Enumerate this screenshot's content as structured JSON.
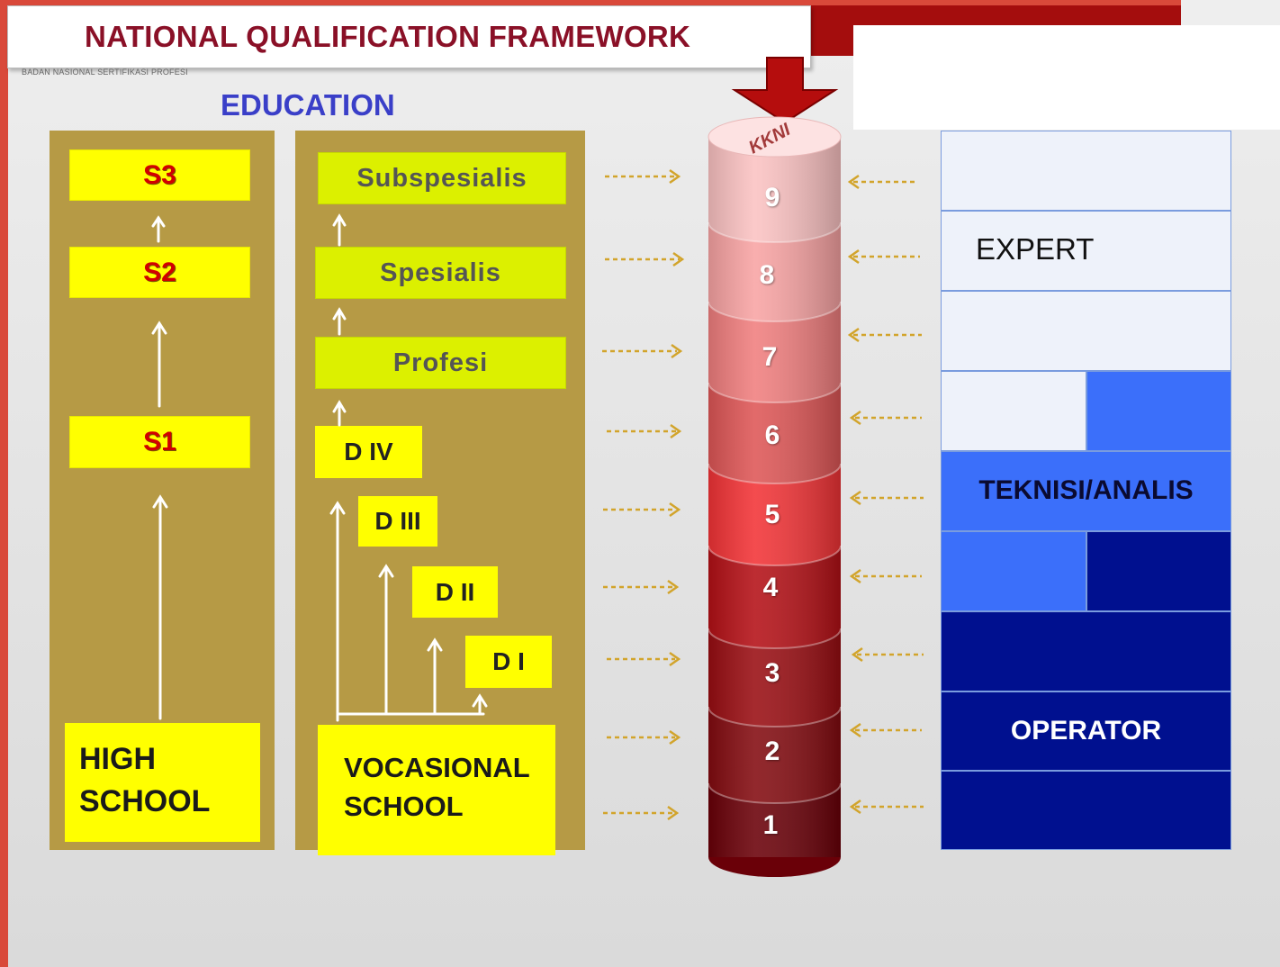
{
  "title": "NATIONAL QUALIFICATION FRAMEWORK",
  "subtitle": "BADAN NASIONAL SERTIFIKASI PROFESI",
  "education_label": "EDUCATION",
  "academic": {
    "s3": "S3",
    "s2": "S2",
    "s1": "S1",
    "base_line1": "HIGH",
    "base_line2": "SCHOOL"
  },
  "vocational": {
    "subspesialis": "Subspesialis",
    "spesialis": "Spesialis",
    "profesi": "Profesi",
    "d4": "D IV",
    "d3": "D III",
    "d2": "D II",
    "d1": "D I",
    "base_line1": "VOCASIONAL",
    "base_line2": "SCHOOL"
  },
  "kkni": {
    "cap_label": "KKNI",
    "levels": [
      "9",
      "8",
      "7",
      "6",
      "5",
      "4",
      "3",
      "2",
      "1"
    ]
  },
  "occupation": {
    "expert": "EXPERT",
    "teknisi": "TEKNISI/ANALIS",
    "operator": "OPERATOR"
  },
  "colors": {
    "panel": "#b69a45",
    "box_yellow": "#ffff00",
    "box_green": "#dcf000",
    "title_red": "#8a1027",
    "education_blue": "#3a3fc8",
    "occupation_light": "#eef2fa",
    "occupation_mid": "#3b6ffa",
    "occupation_dark": "#00108f",
    "arrow_gold": "#d2a42b"
  }
}
